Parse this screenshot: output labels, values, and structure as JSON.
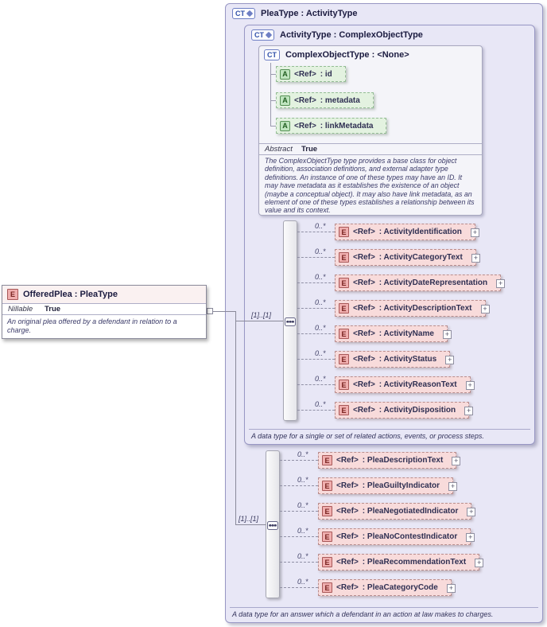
{
  "icons": {
    "element_badge": "E",
    "attribute_badge": "A",
    "complex_type_badge": "CT",
    "plus": "+"
  },
  "colors": {
    "panel_lavender": "#E8E7F6",
    "panel_border": "#9897C4",
    "element_pink": "#F8DBDB",
    "element_border": "#B98E8E",
    "attribute_green": "#E3F2E0",
    "attribute_border": "#94BD94",
    "badge_blue": "#3050A8"
  },
  "offered_plea": {
    "title": "OfferedPlea : PleaType",
    "facet_label": "Nillable",
    "facet_value": "True",
    "description": "An original plea offered by a defendant in relation to a charge."
  },
  "plea_type": {
    "title": "PleaType : ActivityType",
    "cardinality": "[1]..[1]",
    "footer": "A data type for an answer which a defendant in an action at law makes to charges.",
    "elements": [
      {
        "occurs": "0..*",
        "ref": "<Ref>",
        "name": ": PleaDescriptionText"
      },
      {
        "occurs": "0..*",
        "ref": "<Ref>",
        "name": ": PleaGuiltyIndicator"
      },
      {
        "occurs": "0..*",
        "ref": "<Ref>",
        "name": ": PleaNegotiatedIndicator"
      },
      {
        "occurs": "0..*",
        "ref": "<Ref>",
        "name": ": PleaNoContestIndicator"
      },
      {
        "occurs": "0..*",
        "ref": "<Ref>",
        "name": ": PleaRecommendationText"
      },
      {
        "occurs": "0..*",
        "ref": "<Ref>",
        "name": ": PleaCategoryCode"
      }
    ]
  },
  "activity_type": {
    "title": "ActivityType : ComplexObjectType",
    "cardinality": "[1]..[1]",
    "footer": "A data type for a single or set of related actions, events, or process steps.",
    "elements": [
      {
        "occurs": "0..*",
        "ref": "<Ref>",
        "name": ": ActivityIdentification"
      },
      {
        "occurs": "0..*",
        "ref": "<Ref>",
        "name": ": ActivityCategoryText"
      },
      {
        "occurs": "0..*",
        "ref": "<Ref>",
        "name": ": ActivityDateRepresentation"
      },
      {
        "occurs": "0..*",
        "ref": "<Ref>",
        "name": ": ActivityDescriptionText"
      },
      {
        "occurs": "0..*",
        "ref": "<Ref>",
        "name": ": ActivityName"
      },
      {
        "occurs": "0..*",
        "ref": "<Ref>",
        "name": ": ActivityStatus"
      },
      {
        "occurs": "0..*",
        "ref": "<Ref>",
        "name": ": ActivityReasonText"
      },
      {
        "occurs": "0..*",
        "ref": "<Ref>",
        "name": ": ActivityDisposition"
      }
    ]
  },
  "complex_object_type": {
    "title": "ComplexObjectType : <None>",
    "facet_label": "Abstract",
    "facet_value": "True",
    "description": "The ComplexObjectType type provides a base class for object definition, association definitions, and external adapter type definitions. An instance of one of these types may have an ID. It may have metadata as it establishes the existence of an object (maybe a conceptual object). It may also have link metadata, as an element of one of these types establishes a relationship between its value and its context.",
    "attributes": [
      {
        "ref": "<Ref>",
        "name": ": id"
      },
      {
        "ref": "<Ref>",
        "name": ": metadata"
      },
      {
        "ref": "<Ref>",
        "name": ": linkMetadata"
      }
    ]
  }
}
